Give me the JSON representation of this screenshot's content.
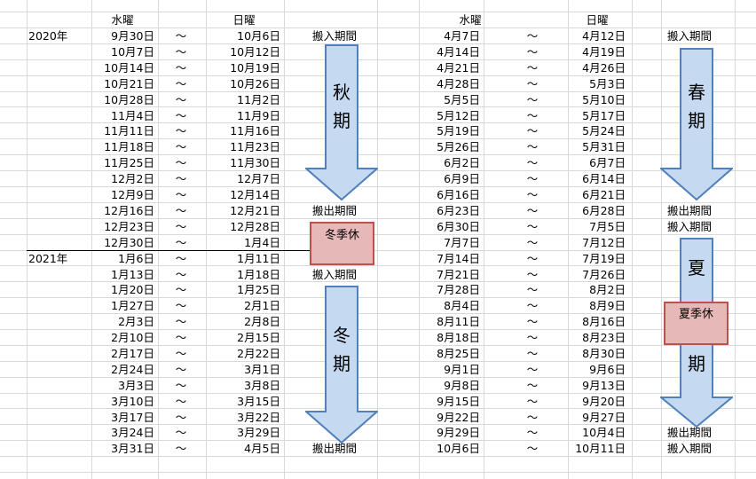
{
  "headers": {
    "wed": "水曜",
    "sun": "日曜"
  },
  "years": [
    "2020年",
    "2021年"
  ],
  "tilde": "～",
  "left": {
    "rows": [
      [
        "9月30日",
        "10月6日"
      ],
      [
        "10月7日",
        "10月12日"
      ],
      [
        "10月14日",
        "10月19日"
      ],
      [
        "10月21日",
        "10月26日"
      ],
      [
        "10月28日",
        "11月2日"
      ],
      [
        "11月4日",
        "11月9日"
      ],
      [
        "11月11日",
        "11月16日"
      ],
      [
        "11月18日",
        "11月23日"
      ],
      [
        "11月25日",
        "11月30日"
      ],
      [
        "12月2日",
        "12月7日"
      ],
      [
        "12月9日",
        "12月14日"
      ],
      [
        "12月16日",
        "12月21日"
      ],
      [
        "12月23日",
        "12月28日"
      ],
      [
        "12月30日",
        "1月4日"
      ],
      [
        "1月6日",
        "1月11日"
      ],
      [
        "1月13日",
        "1月18日"
      ],
      [
        "1月20日",
        "1月25日"
      ],
      [
        "1月27日",
        "2月1日"
      ],
      [
        "2月3日",
        "2月8日"
      ],
      [
        "2月10日",
        "2月15日"
      ],
      [
        "2月17日",
        "2月22日"
      ],
      [
        "2月24日",
        "3月1日"
      ],
      [
        "3月3日",
        "3月8日"
      ],
      [
        "3月10日",
        "3月15日"
      ],
      [
        "3月17日",
        "3月22日"
      ],
      [
        "3月24日",
        "3月29日"
      ],
      [
        "3月31日",
        "4月5日"
      ]
    ],
    "notes": [
      "搬入期間",
      "搬出期間",
      "搬入期間",
      "搬出期間"
    ]
  },
  "right": {
    "rows": [
      [
        "4月7日",
        "4月12日"
      ],
      [
        "4月14日",
        "4月19日"
      ],
      [
        "4月21日",
        "4月26日"
      ],
      [
        "4月28日",
        "5月3日"
      ],
      [
        "5月5日",
        "5月10日"
      ],
      [
        "5月12日",
        "5月17日"
      ],
      [
        "5月19日",
        "5月24日"
      ],
      [
        "5月26日",
        "5月31日"
      ],
      [
        "6月2日",
        "6月7日"
      ],
      [
        "6月9日",
        "6月14日"
      ],
      [
        "6月16日",
        "6月21日"
      ],
      [
        "6月23日",
        "6月28日"
      ],
      [
        "6月30日",
        "7月5日"
      ],
      [
        "7月7日",
        "7月12日"
      ],
      [
        "7月14日",
        "7月19日"
      ],
      [
        "7月21日",
        "7月26日"
      ],
      [
        "7月28日",
        "8月2日"
      ],
      [
        "8月4日",
        "8月9日"
      ],
      [
        "8月11日",
        "8月16日"
      ],
      [
        "8月18日",
        "8月23日"
      ],
      [
        "8月25日",
        "8月30日"
      ],
      [
        "9月1日",
        "9月6日"
      ],
      [
        "9月8日",
        "9月13日"
      ],
      [
        "9月15日",
        "9月20日"
      ],
      [
        "9月22日",
        "9月27日"
      ],
      [
        "9月29日",
        "10月4日"
      ],
      [
        "10月6日",
        "10月11日"
      ]
    ],
    "notes": [
      "搬入期間",
      "搬出期間",
      "搬入期間",
      "搬出期間",
      "搬入期間"
    ]
  },
  "periods": {
    "autumn": [
      "秋",
      "期"
    ],
    "winter": [
      "冬",
      "期"
    ],
    "spring": [
      "春",
      "期"
    ],
    "summer": [
      "夏",
      "期"
    ]
  },
  "holidays": {
    "winter": "冬季休",
    "summer": "夏季休"
  },
  "colors": {
    "arrow_fill": "#c5d9f1",
    "arrow_stroke": "#4f81bd",
    "holiday_fill": "#e6b8b7",
    "holiday_stroke": "#c0504d"
  }
}
